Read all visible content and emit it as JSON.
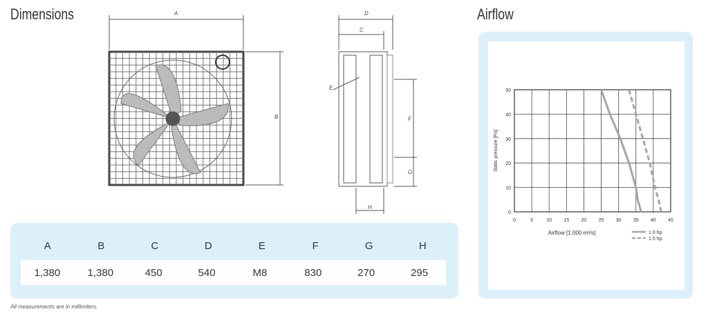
{
  "dimensions": {
    "title": "Dimensions",
    "drawing_labels": {
      "a": "A",
      "b": "B",
      "c": "C",
      "d": "D",
      "e": "E",
      "f": "F",
      "g": "G",
      "h": "H"
    },
    "table": {
      "headers": [
        "A",
        "B",
        "C",
        "D",
        "E",
        "F",
        "G",
        "H"
      ],
      "values": [
        "1,380",
        "1,380",
        "450",
        "540",
        "M8",
        "830",
        "270",
        "295"
      ]
    },
    "note": "All measurements are in millimiters."
  },
  "airflow": {
    "title": "Airflow"
  },
  "chart_data": {
    "type": "line",
    "title": "",
    "xlabel": "Airflow [1.000 m³/s]",
    "ylabel": "Static pressure [Pa]",
    "xlim": [
      0,
      45
    ],
    "ylim": [
      0,
      50
    ],
    "xticks": [
      "0",
      "5",
      "10",
      "15",
      "20",
      "25",
      "30",
      "35",
      "40",
      "45"
    ],
    "yticks": [
      "0",
      "10",
      "20",
      "30",
      "40",
      "50"
    ],
    "grid": true,
    "legend": "bottom-right",
    "series": [
      {
        "name": "1.0 hp",
        "style": "solid",
        "color": "#a9a4a2",
        "x": [
          25,
          27.5,
          30.5,
          33,
          35,
          35.5,
          36.5
        ],
        "y": [
          50,
          40,
          30,
          20,
          10,
          5,
          0
        ]
      },
      {
        "name": "1.5 hp",
        "style": "dashed",
        "color": "#a9a4a2",
        "x": [
          33,
          35,
          37,
          39,
          40.5,
          41.5,
          42.3
        ],
        "y": [
          50,
          40,
          30,
          20,
          10,
          5,
          0
        ]
      }
    ]
  }
}
